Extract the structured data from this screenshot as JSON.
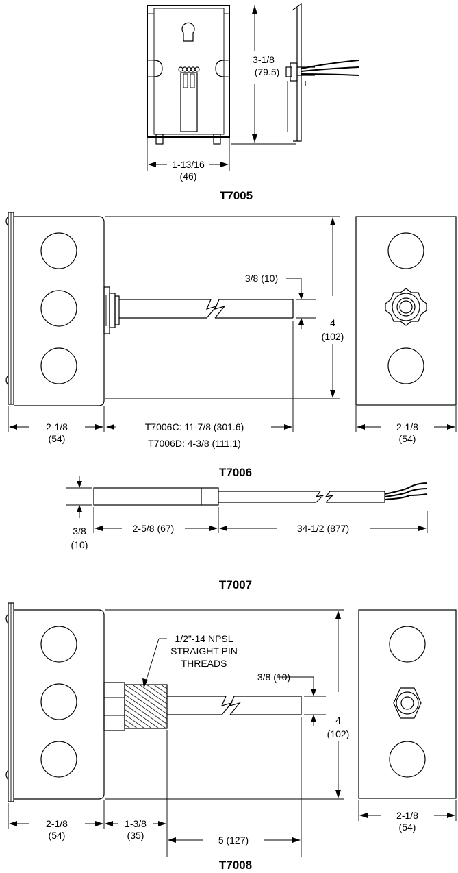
{
  "colors": {
    "ink": "#000000",
    "paper": "#ffffff"
  },
  "t7005": {
    "title": "T7005",
    "height_in": "3-1/8",
    "height_mm": "(79.5)",
    "width_in": "1-13/16",
    "width_mm": "(46)"
  },
  "t7006": {
    "title": "T7006",
    "tube_dia": "3/8 (10)",
    "height_in": "4",
    "height_mm": "(102)",
    "box_width_in": "2-1/8",
    "box_width_mm": "(54)",
    "end_width_in": "2-1/8",
    "end_width_mm": "(54)",
    "length_c": "T7006C: 11-7/8 (301.6)",
    "length_d": "T7006D: 4-3/8  (111.1)"
  },
  "t7007": {
    "title": "T7007",
    "dia_in": "3/8",
    "dia_mm": "(10)",
    "tip_length": "2-5/8 (67)",
    "lead_length": "34-1/2 (877)"
  },
  "t7008": {
    "title": "T7008",
    "thread_line1": "1/2\"-14 NPSL",
    "thread_line2": "STRAIGHT PIN",
    "thread_line3": "THREADS",
    "tube_dia": "3/8 (10)",
    "height_in": "4",
    "height_mm": "(102)",
    "box_width_in": "2-1/8",
    "box_width_mm": "(54)",
    "fitting_in": "1-3/8",
    "fitting_mm": "(35)",
    "probe_length": "5 (127)",
    "end_width_in": "2-1/8",
    "end_width_mm": "(54)"
  }
}
